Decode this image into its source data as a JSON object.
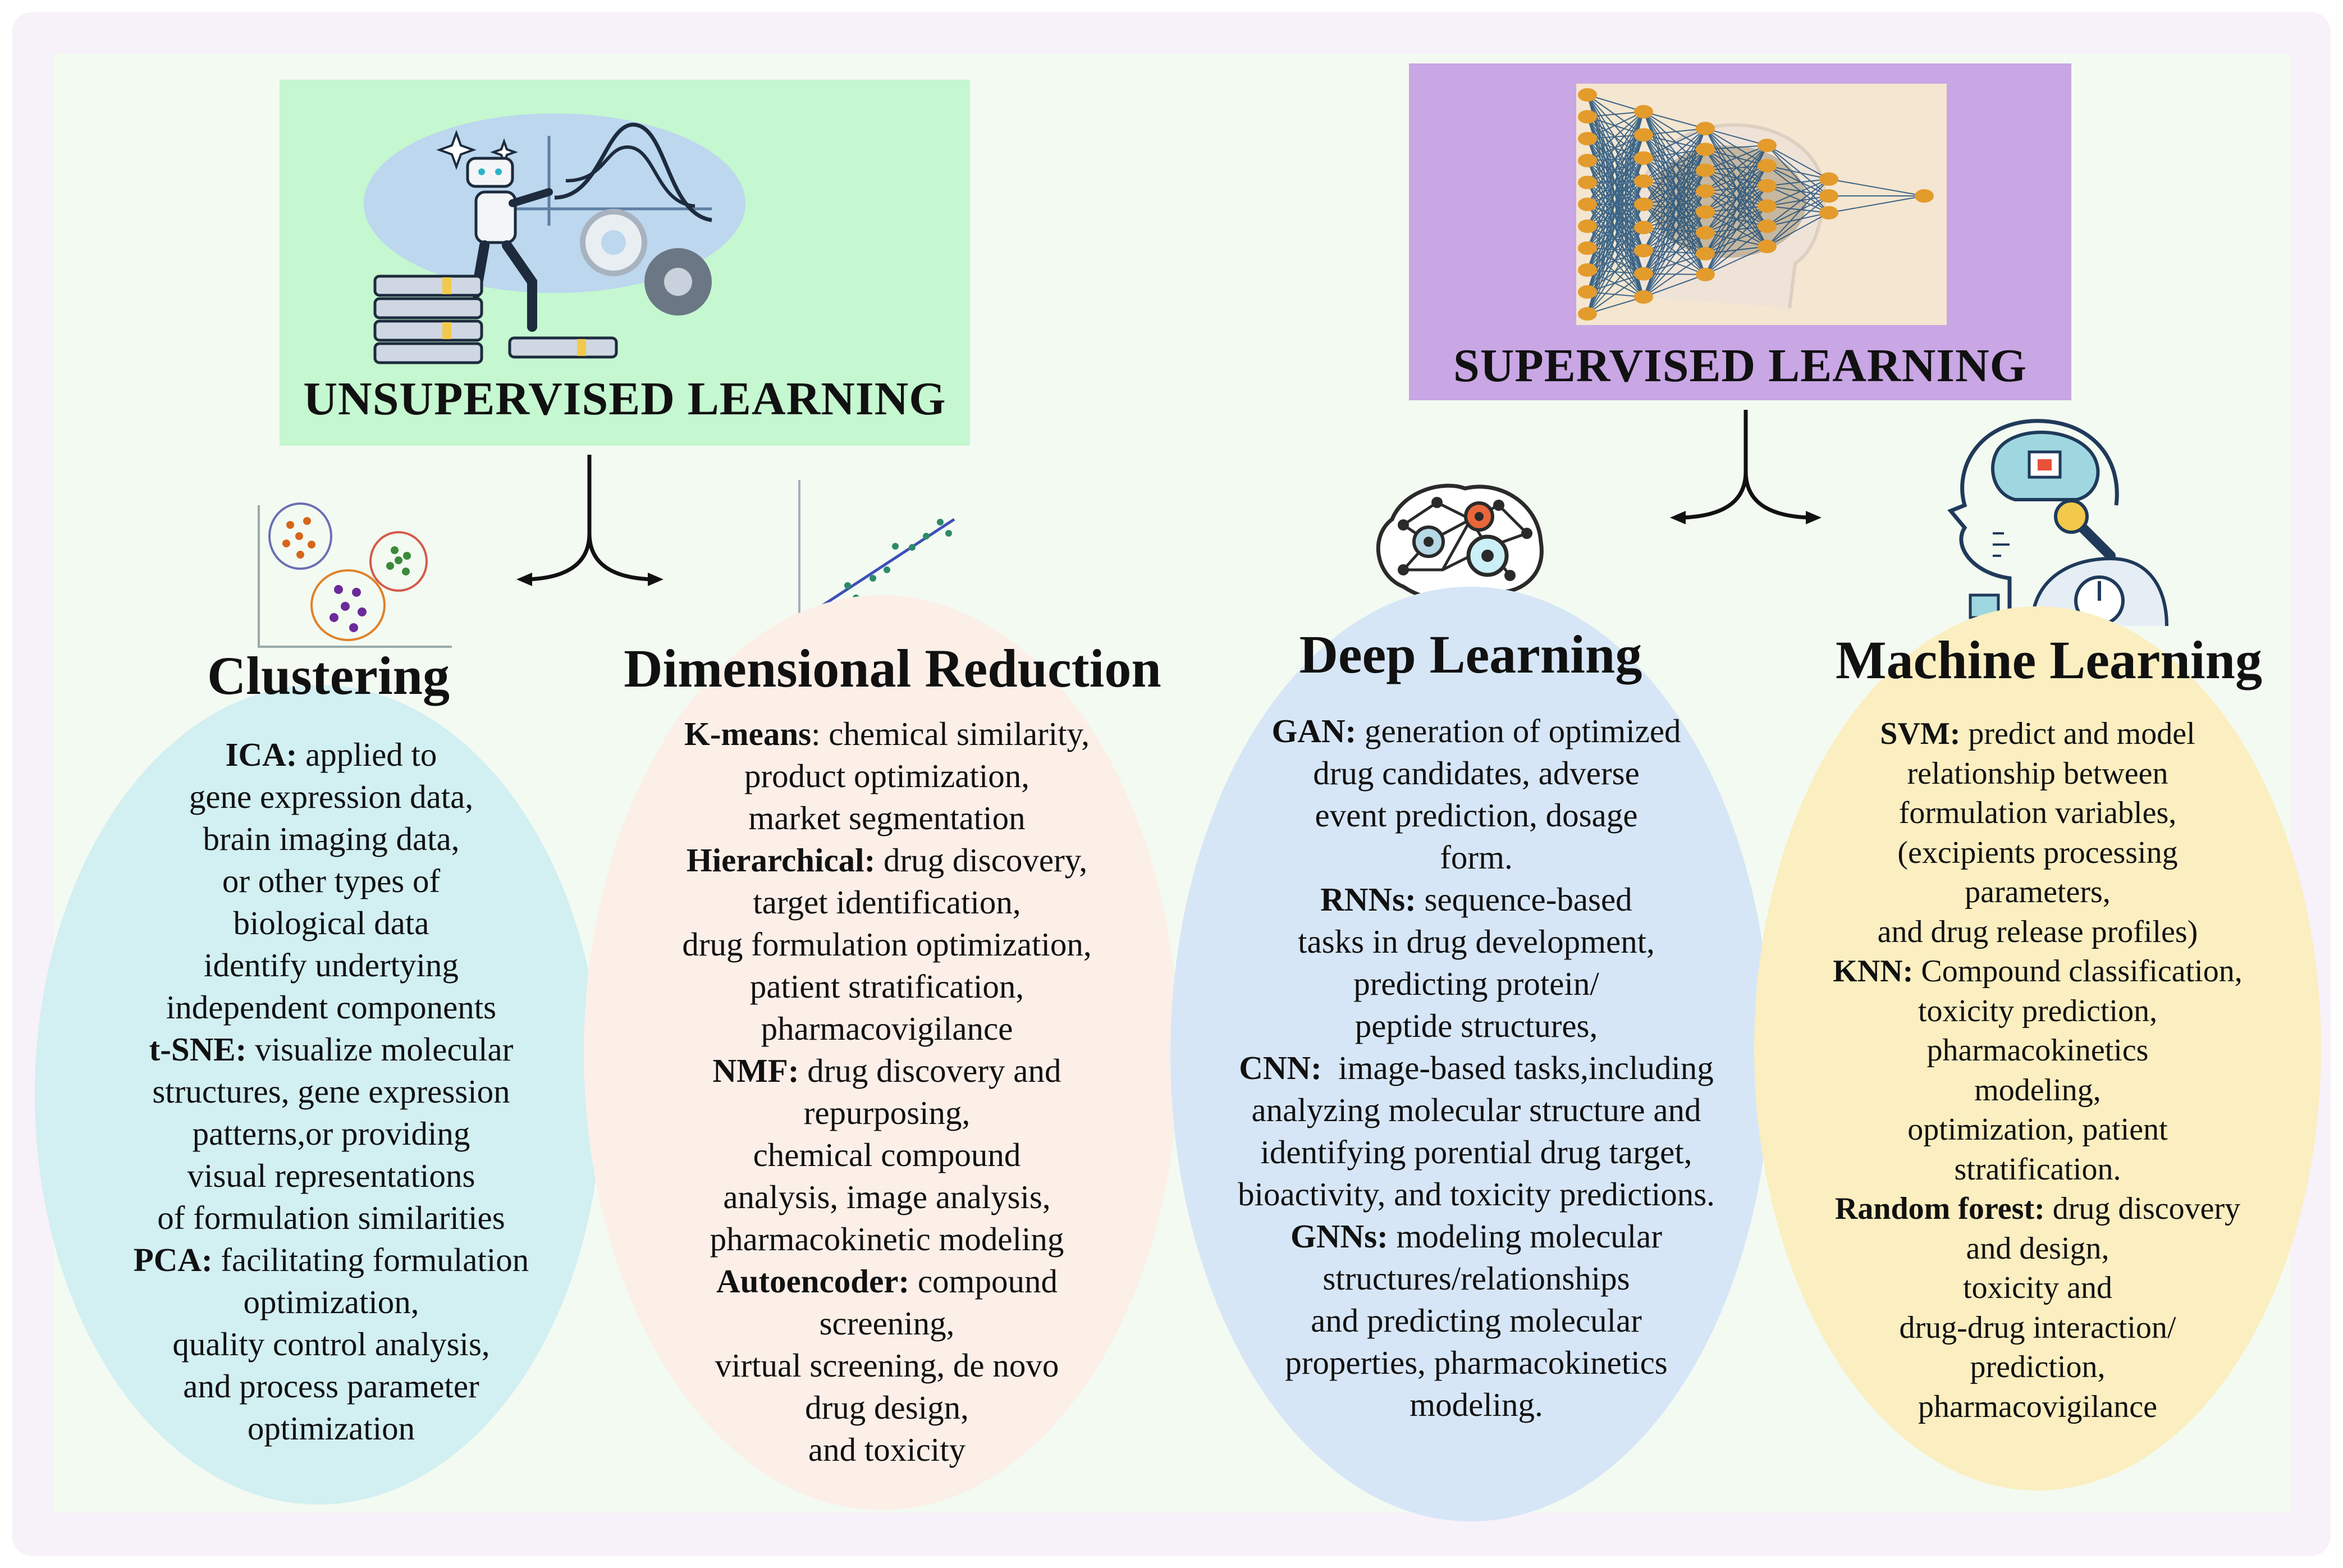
{
  "colors": {
    "unsupervised_bg": "#c5f7d0",
    "supervised_bg": "#c9a6e4",
    "clustering_ellipse": "#d2eff2",
    "dimreduction_ellipse": "#fbefe8",
    "deeplearning_ellipse": "#d7e6f6",
    "machinelearning_ellipse": "#fbeec0"
  },
  "headers": {
    "unsupervised": "UNSUPERVISED LEARNING",
    "supervised": "SUPERVISED LEARNING"
  },
  "categories": [
    {
      "title": "Clustering",
      "icon": "cluster-scatter-icon",
      "entries": [
        {
          "label": "ICA:",
          "lines": [
            " applied to",
            "gene expression data,",
            "brain imaging data,",
            "or other types of",
            "biological data",
            "identify undertying",
            "independent components"
          ]
        },
        {
          "label": "t-SNE:",
          "lines": [
            " visualize molecular",
            "structures, gene expression",
            "patterns,or providing",
            "visual representations",
            "of formulation similarities"
          ]
        },
        {
          "label": "PCA:",
          "lines": [
            " facilitating formulation",
            "optimization,",
            "quality control analysis,",
            "and process parameter",
            "optimization"
          ]
        }
      ]
    },
    {
      "title": "Dimensional Reduction",
      "icon": "regression-line-icon",
      "entries": [
        {
          "label": "K-means",
          "lines": [
            ": chemical similarity,",
            "product optimization,",
            "market segmentation"
          ]
        },
        {
          "label": "Hierarchical:",
          "lines": [
            " drug discovery,",
            "target identification,",
            "drug formulation optimization,",
            "patient stratification,",
            "pharmacovigilance"
          ]
        },
        {
          "label": "NMF:",
          "lines": [
            " drug discovery and",
            "repurposing,",
            "chemical compound",
            "analysis, image analysis,",
            "pharmacokinetic modeling"
          ]
        },
        {
          "label": "Autoencoder:",
          "lines": [
            " compound",
            "screening,",
            "virtual screening, de novo",
            "drug design,",
            "and toxicity"
          ]
        }
      ]
    },
    {
      "title": "Deep Learning",
      "icon": "neural-brain-icon",
      "entries": [
        {
          "label": "GAN:",
          "lines": [
            " generation of optimized",
            "drug candidates, adverse",
            "event prediction, dosage",
            "form."
          ]
        },
        {
          "label": "RNNs:",
          "lines": [
            " sequence-based",
            "tasks in drug development,",
            "predicting protein/",
            "peptide structures,"
          ]
        },
        {
          "label": "CNN:",
          "lines": [
            "  image-based tasks,including",
            "analyzing molecular structure and",
            "identifying porential drug target,",
            "bioactivity, and toxicity predictions."
          ]
        },
        {
          "label": "GNNs:",
          "lines": [
            " modeling molecular",
            "structures/relationships",
            "and predicting molecular",
            "properties, pharmacokinetics",
            "modeling."
          ]
        }
      ]
    },
    {
      "title": "Machine Learning",
      "icon": "ai-head-icon",
      "entries": [
        {
          "label": "SVM:",
          "lines": [
            " predict and model",
            "relationship between",
            "formulation variables,",
            "(excipients processing",
            "parameters,",
            "and drug release profiles)"
          ]
        },
        {
          "label": "KNN:",
          "lines": [
            " Compound classification,",
            "toxicity prediction,",
            "pharmacokinetics",
            "modeling,",
            "optimization, patient",
            "stratification."
          ]
        },
        {
          "label": "Random forest:",
          "lines": [
            " drug discovery",
            "and design,",
            "toxicity and",
            "drug-drug interaction/",
            "prediction,",
            "pharmacovigilance"
          ]
        }
      ]
    }
  ]
}
